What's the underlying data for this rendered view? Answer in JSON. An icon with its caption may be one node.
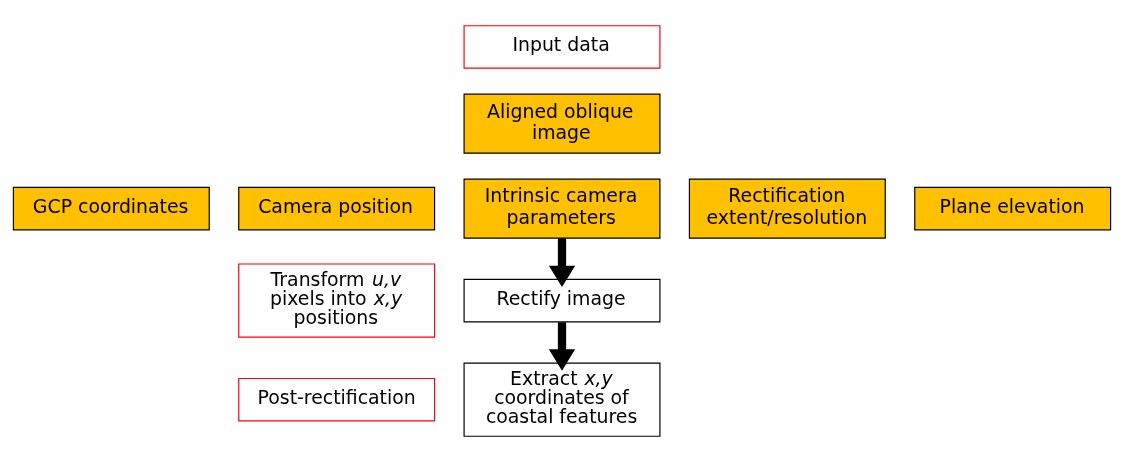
{
  "diagram": {
    "nodes": [
      {
        "text": [
          "Input data"
        ]
      },
      {
        "text": [
          "Aligned oblique image"
        ]
      },
      {
        "text": [
          "GCP coordinates"
        ]
      },
      {
        "text": [
          "Camera position"
        ]
      },
      {
        "text": [
          "Intrinsic camera parameters"
        ]
      },
      {
        "text": [
          "Rectification extent/resolution"
        ]
      },
      {
        "text": [
          "Plane elevation"
        ]
      },
      {
        "text": [
          "Transform *u,v* pixels into *x,y* positions"
        ]
      },
      {
        "text": [
          "Rectify image"
        ]
      },
      {
        "text": [
          "Post-rectification"
        ]
      },
      {
        "text": [
          "Extract *x,y* coordinates of coastal features"
        ]
      }
    ],
    "edges": [
      {
        "from": 4,
        "to": 8,
        "arrow": "to"
      },
      {
        "from": 8,
        "to": 10,
        "arrow": "to"
      }
    ]
  }
}
